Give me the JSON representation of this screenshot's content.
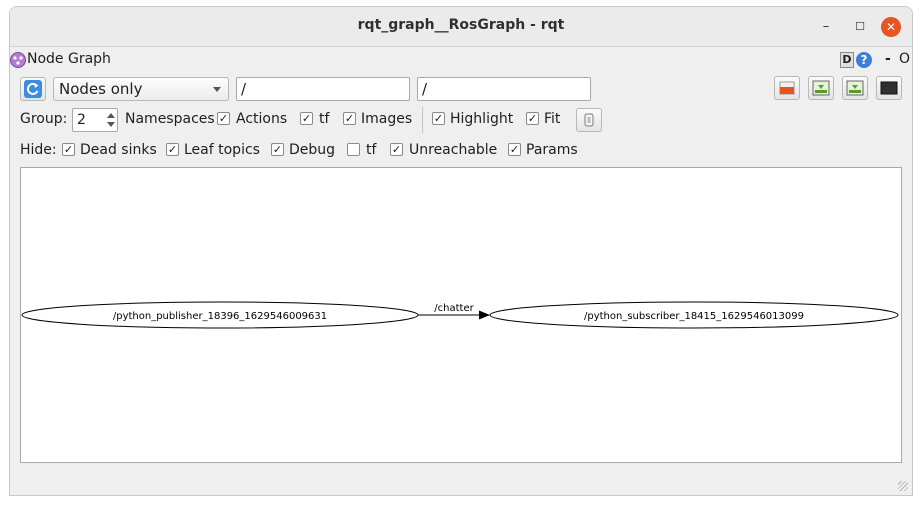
{
  "window": {
    "title": "rqt_graph__RosGraph - rqt",
    "minimize": "–",
    "maximize": "☐",
    "close": "✕"
  },
  "plugin": {
    "title": "Node Graph",
    "help_d": "D",
    "help_q": "?",
    "dash": "-",
    "o": "O"
  },
  "toolbar": {
    "graph_mode": "Nodes only",
    "ns_filter_value": "/",
    "topic_filter_value": "/"
  },
  "row2": {
    "group_label": "Group:",
    "group_value": "2",
    "namespaces_label": "Namespaces",
    "actions_label": "Actions",
    "actions_checked": true,
    "tf_label": "tf",
    "tf_checked": true,
    "images_label": "Images",
    "images_checked": true,
    "highlight_label": "Highlight",
    "highlight_checked": true,
    "fit_label": "Fit",
    "fit_checked": true
  },
  "row3": {
    "hide_label": "Hide:",
    "dead_sinks_label": "Dead sinks",
    "dead_sinks_checked": true,
    "leaf_topics_label": "Leaf topics",
    "leaf_topics_checked": true,
    "debug_label": "Debug",
    "debug_checked": true,
    "tf_label": "tf",
    "tf_checked": false,
    "unreachable_label": "Unreachable",
    "unreachable_checked": true,
    "params_label": "Params",
    "params_checked": true
  },
  "graph": {
    "nodes": [
      {
        "label": "/python_publisher_18396_1629546009631"
      },
      {
        "label": "/python_subscriber_18415_1629546013099"
      }
    ],
    "edge_label": "/chatter"
  },
  "colors": {
    "close": "#e95420",
    "help": "#3b7fd8"
  }
}
